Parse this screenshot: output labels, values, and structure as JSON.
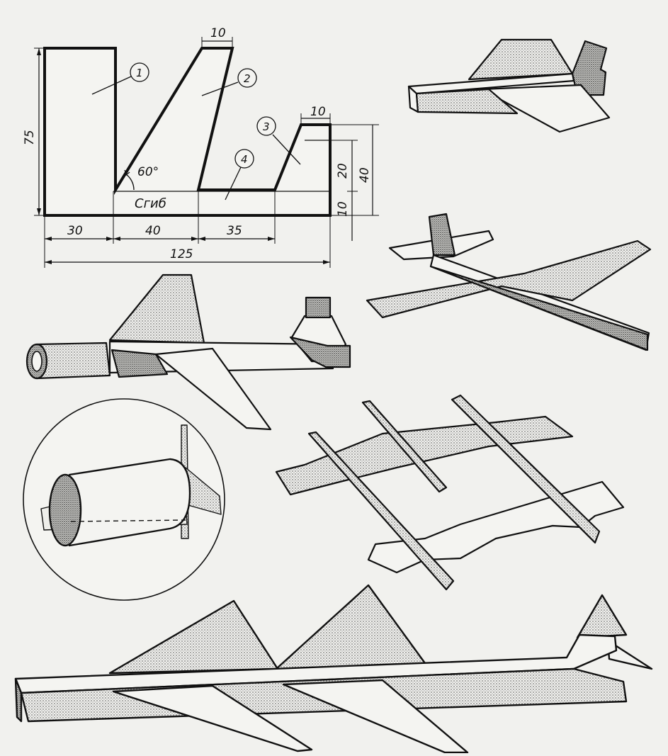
{
  "drawing": {
    "dimensions": {
      "height_total": "75",
      "top_width_part2": "10",
      "top_width_part3": "10",
      "right_height_20": "20",
      "right_height_40": "40",
      "right_height_10": "10",
      "bottom_30": "30",
      "bottom_40": "40",
      "bottom_35": "35",
      "bottom_total": "125",
      "angle": "60°"
    },
    "fold_label": "Сгиб",
    "callouts": [
      "1",
      "2",
      "3",
      "4"
    ]
  },
  "colors": {
    "ink": "#111111",
    "paper": "#f1f1ee",
    "shade": "#8a8a86"
  }
}
